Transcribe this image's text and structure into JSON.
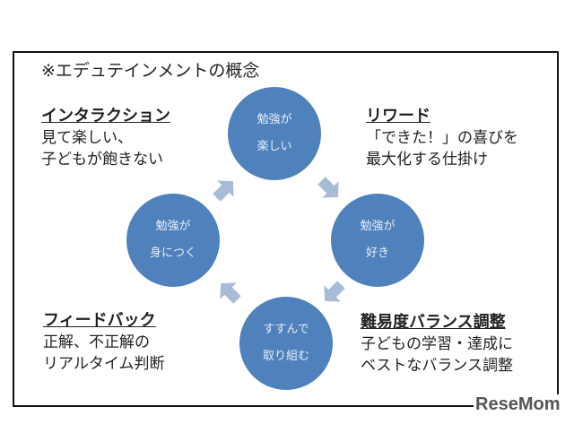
{
  "title": "※エデュテインメントの概念",
  "circles": {
    "top": [
      "勉強が",
      "楽しい"
    ],
    "right": [
      "勉強が",
      "好き"
    ],
    "bottom": [
      "すすんで",
      "取り組む"
    ],
    "left": [
      "勉強が",
      "身につく"
    ]
  },
  "blocks": {
    "interaction": {
      "heading": "インタラクション",
      "lines": [
        "見て楽しい、",
        "子どもが飽きない"
      ]
    },
    "reward": {
      "heading": "リワード",
      "lines": [
        "「できた！」の喜びを",
        "最大化する仕掛け"
      ]
    },
    "feedback": {
      "heading": "フィードバック",
      "lines": [
        "正解、不正解の",
        "リアルタイム判断"
      ]
    },
    "balance": {
      "heading": "難易度バランス調整",
      "lines": [
        "子どもの学習・達成に",
        "ベストなバランス調整"
      ]
    }
  },
  "colors": {
    "circle": "#4f81bd",
    "arrow": "#a8bcd8"
  },
  "logo": "ReseMom"
}
